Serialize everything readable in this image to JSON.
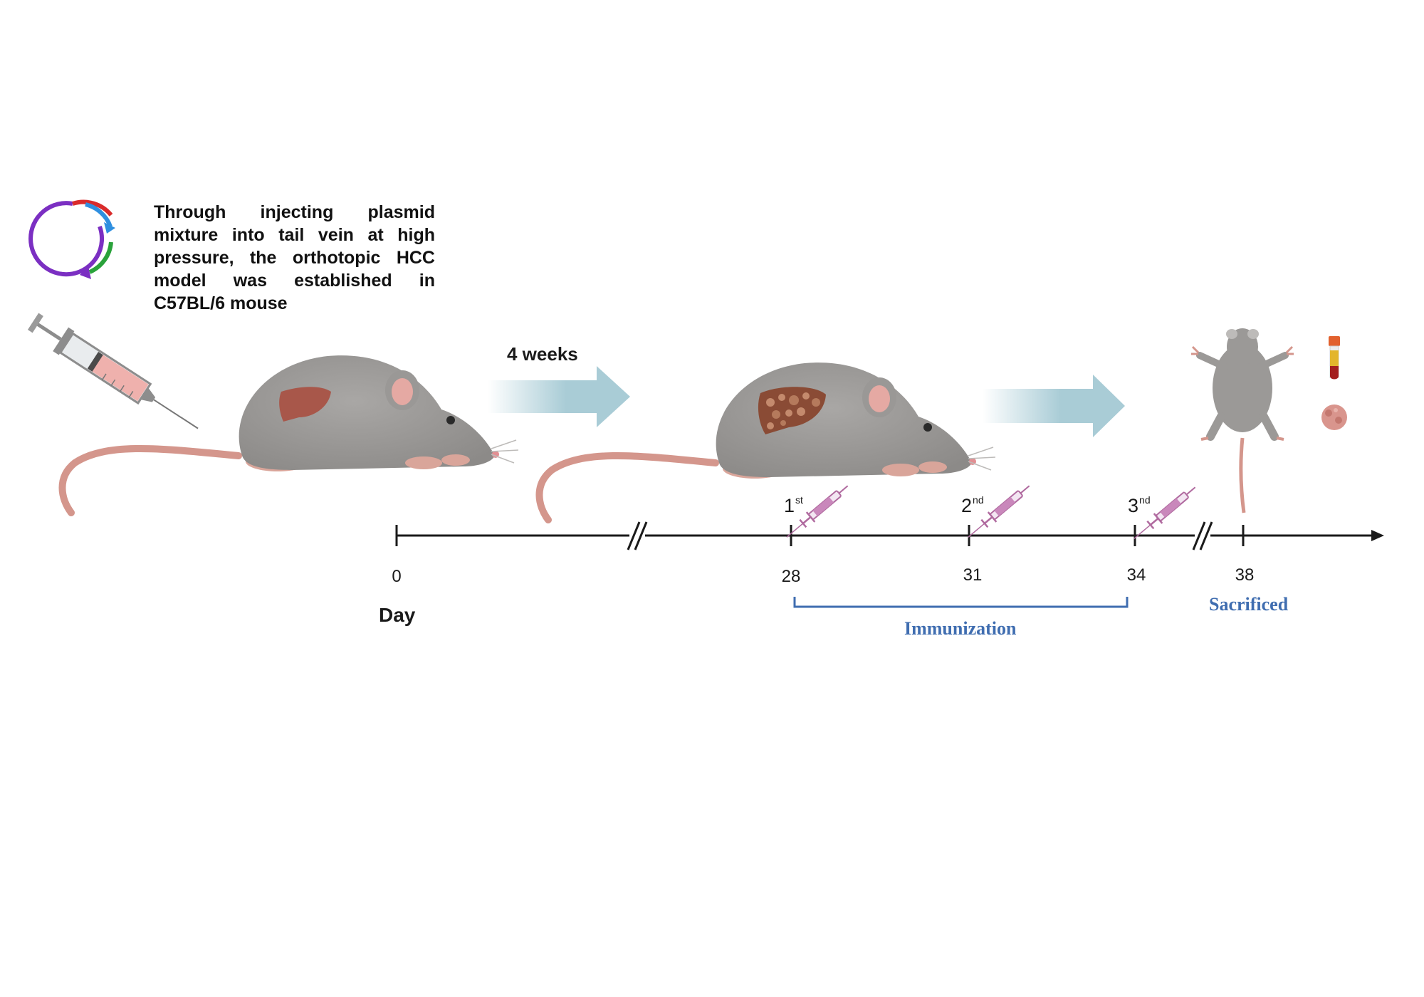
{
  "description": "Through injecting plasmid mixture into tail vein at high pressure, the orthotopic HCC model was established in C57BL/6 mouse",
  "interval_label": "4 weeks",
  "timeline": {
    "axis_label": "Day",
    "ticks": [
      "0",
      "28",
      "31",
      "34",
      "38"
    ],
    "doses": [
      {
        "num": "1",
        "suffix": "st"
      },
      {
        "num": "2",
        "suffix": "nd"
      },
      {
        "num": "3",
        "suffix": "nd"
      }
    ]
  },
  "phases": {
    "immunization": "Immunization",
    "sacrifice": "Sacrificed"
  },
  "colors": {
    "accent_blue": "#3f6db0",
    "mouse_gray": "#9b9997",
    "tail_pink": "#d4968c",
    "arrow_teal": "#a9ccd6",
    "liver": "#a8574a",
    "plasmid_purple": "#7b2fc2",
    "plasmid_blue": "#2f8fe0",
    "plasmid_green": "#2aa23b",
    "plasmid_red": "#d92b2b"
  },
  "icons": [
    "plasmid-icon",
    "syringe-icon",
    "mouse-icon",
    "liver-icon",
    "tumor-liver-icon",
    "process-arrow-icon",
    "small-syringe-icon",
    "dissected-mouse-icon",
    "blood-tube-icon",
    "tumor-tissue-icon"
  ]
}
